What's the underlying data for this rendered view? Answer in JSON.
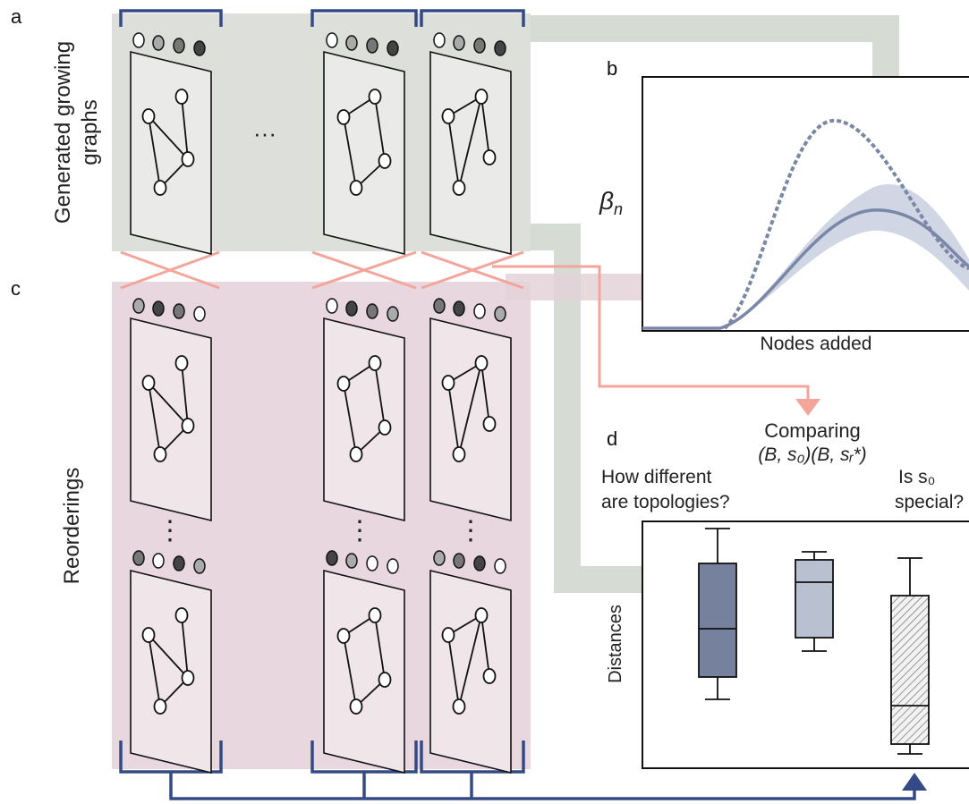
{
  "panel_labels": {
    "a": "a",
    "b": "b",
    "c": "c",
    "d": "d"
  },
  "panel_a": {
    "side_label_line1": "Generated growing",
    "side_label_line2": "graphs",
    "ellipsis": "···"
  },
  "panel_c": {
    "side_label": "Reorderings",
    "ellipsis": "⋮"
  },
  "panel_b": {
    "y_label": "β",
    "y_label_sub": "n",
    "x_label": "Nodes added"
  },
  "comparing": {
    "line1": "Comparing",
    "line2": "(B, s₀)(B, sᵣ*)"
  },
  "panel_d": {
    "question_left_line1": "How different",
    "question_left_line2": "are topologies?",
    "question_right_line1": "Is s₀",
    "question_right_line2": "special?",
    "y_label": "Distances"
  },
  "colors": {
    "generated_bg": "#dde0da",
    "reorder_bg": "#e8d7de",
    "bracket": "#344a86",
    "arrow_gray": "#d6dbd3",
    "arrow_pink": "#f4a59b",
    "curve": "#7b87a6",
    "band": "#c8cfde",
    "box_dark": "#76819d",
    "box_light": "#b9c0cf"
  }
}
